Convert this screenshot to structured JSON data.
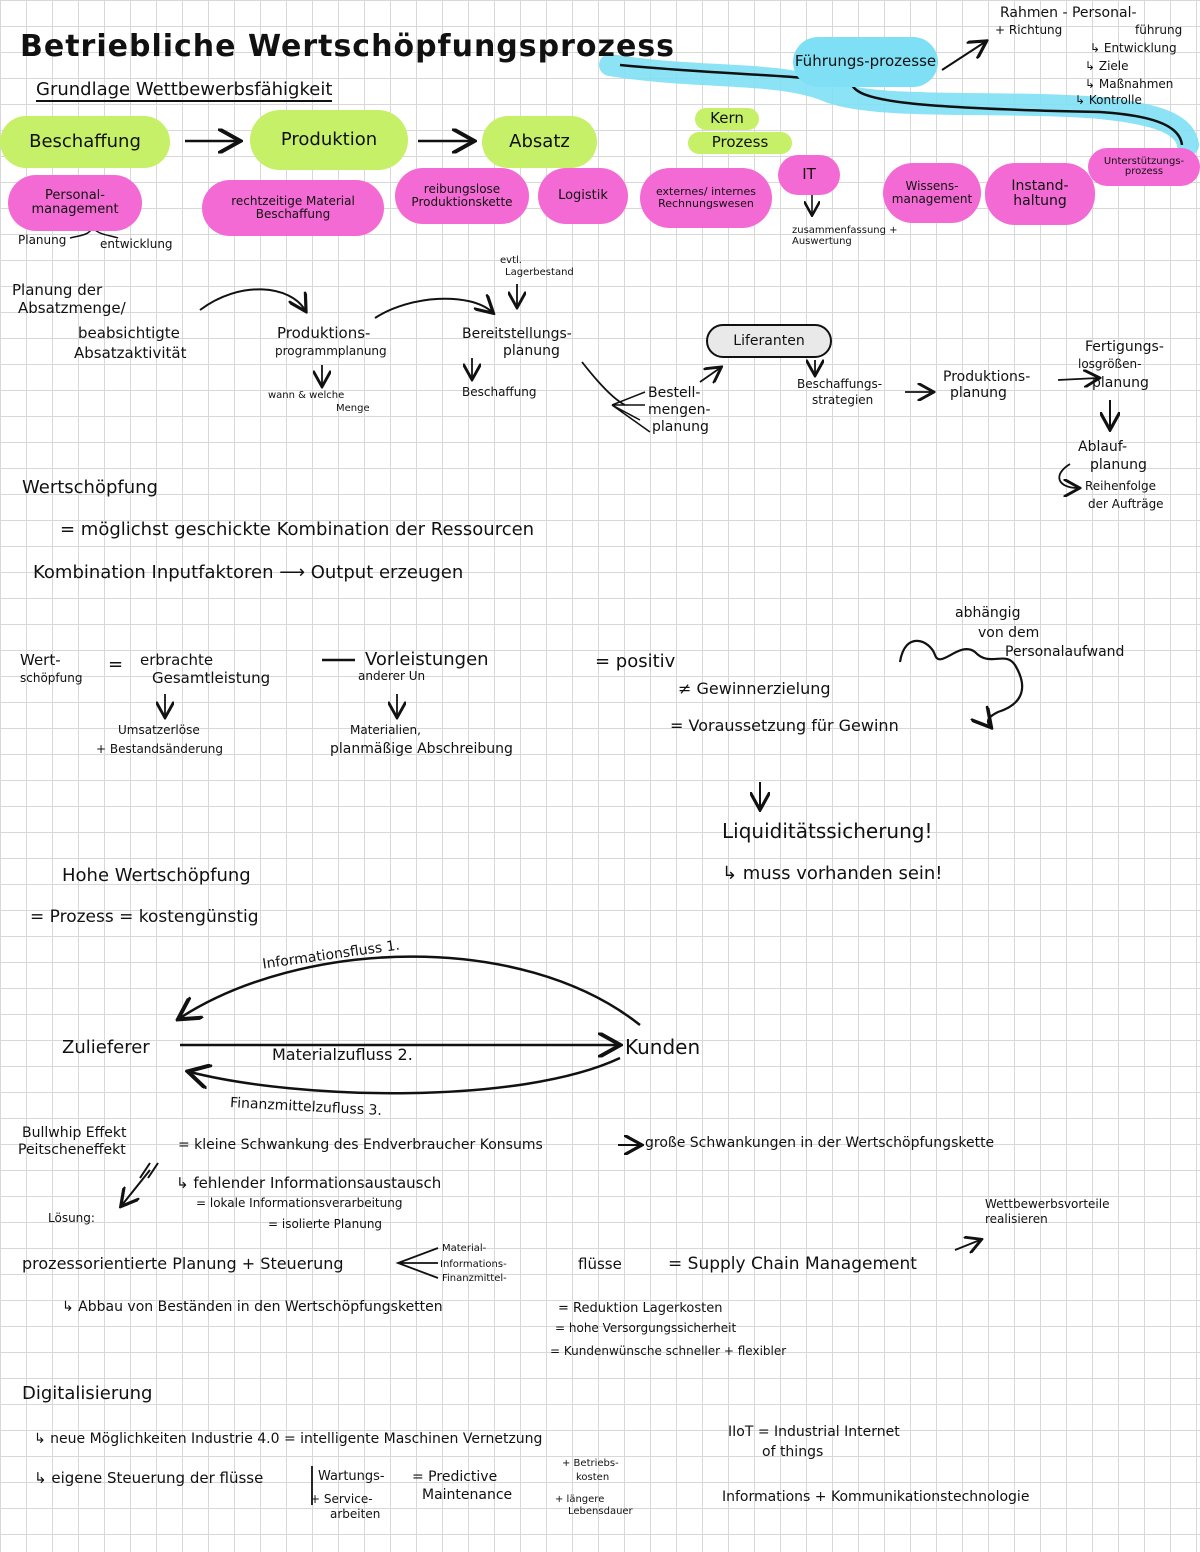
{
  "header": {
    "title": "Betriebliche Wertschöpfungsprozess",
    "subtitle": "Grundlage Wettbewerbsfähigkeit"
  },
  "processes": {
    "core": [
      "Beschaffung",
      "Produktion",
      "Absatz"
    ],
    "kern_label": [
      "Kern",
      "Prozess"
    ],
    "fuehrung": "Führungs-prozesse",
    "fuehrung_notes": [
      "Rahmen - Personal-",
      "+ Richtung",
      "führung",
      "↳ Entwicklung",
      "↳ Ziele",
      "↳ Maßnahmen",
      "↳ Kontrolle"
    ],
    "unterstuetzung": "Unterstützungs-prozess",
    "support": [
      "Personal-management",
      "rechtzeitige Material Beschaffung",
      "reibungslose Produktionskette",
      "Logistik",
      "externes/ internes Rechnungswesen",
      "IT",
      "Wissens-management",
      "Instand-haltung"
    ],
    "personal_notes": [
      "Planung",
      "entwicklung"
    ],
    "it_note": "zusammenfassung + Auswertung"
  },
  "planning": {
    "absatz": [
      "Planung der",
      "Absatzmenge/",
      "beabsichtigte",
      "Absatzaktivität"
    ],
    "produktion": [
      "Produktions-",
      "programmplanung",
      "wann & welche",
      "Menge"
    ],
    "bereit": [
      "Bereitstellungs-",
      "planung",
      "evtl.",
      "Lagerbestand",
      "Beschaffung"
    ],
    "bestell": [
      "Bestell-",
      "mengen-",
      "planung"
    ],
    "lieferanten": "Liferanten",
    "beschaffungsstrategien": [
      "Beschaffungs-",
      "strategien"
    ],
    "produktionsplanung": [
      "Produktions-",
      "planung"
    ],
    "fertigung": [
      "Fertigungs-",
      "losgrößen-",
      "planung"
    ],
    "ablauf": [
      "Ablauf-",
      "planung",
      "Reihenfolge",
      "der Aufträge"
    ]
  },
  "wertschoepfung": {
    "heading": "Wertschöpfung",
    "def": "= möglichst geschickte Kombination der Ressourcen",
    "kombination": "Kombination Inputfaktoren ⟶ Output erzeugen",
    "formula_label": [
      "Wert-",
      "schöpfung"
    ],
    "gesamt": [
      "erbrachte",
      "Gesamtleistung"
    ],
    "gesamt_detail": [
      "Umsatzerlöse",
      "+ Bestandsänderung"
    ],
    "vorleistungen": [
      "Vorleistungen",
      "anderer Un"
    ],
    "vor_detail": [
      "Materialien,",
      "planmäßige Abschreibung"
    ],
    "positiv": "= positiv",
    "gewinn": "≠ Gewinnerzielung",
    "voraussetzung": "= Voraussetzung für Gewinn",
    "abhaengig": [
      "abhängig",
      "von dem",
      "Personalaufwand"
    ],
    "liquiditaet": "Liquiditätssicherung!",
    "muss": "↳ muss vorhanden sein!"
  },
  "hohe": {
    "heading": "Hohe Wertschöpfung",
    "prozess": "= Prozess = kostengünstig"
  },
  "flows": {
    "zulieferer": "Zulieferer",
    "kunden": "Kunden",
    "info": "Informationsfluss 1.",
    "material": "Materialzufluss 2.",
    "finanz": "Finanzmittelzufluss 3."
  },
  "bullwhip": {
    "title": [
      "Bullwhip Effekt",
      "Peitscheneffekt"
    ],
    "desc": "= kleine Schwankung des Endverbraucher Konsums",
    "result": "große Schwankungen in der Wertschöpfungskette",
    "causes": [
      "↳ fehlender Informationsaustausch",
      "= lokale Informationsverarbeitung",
      "= isolierte Planung"
    ],
    "loesung": "Lösung:"
  },
  "scm": {
    "prozess": "prozessorientierte Planung + Steuerung",
    "fluesse": [
      "Material-",
      "Informations-",
      "Finanzmittel-"
    ],
    "fluesse_word": "flüsse",
    "scm": "= Supply Chain Management",
    "wettbewerb": [
      "Wettbewerbsvorteile",
      "realisieren"
    ],
    "abbau": "↳ Abbau von Beständen in den Wertschöpfungsketten",
    "benefits": [
      "= Reduktion Lagerkosten",
      "= hohe Versorgungssicherheit",
      "= Kundenwünsche schneller + flexibler"
    ]
  },
  "digital": {
    "heading": "Digitalisierung",
    "line1": "↳ neue Möglichkeiten Industrie 4.0 = intelligente Maschinen Vernetzung",
    "line2": "↳ eigene Steuerung der flüsse",
    "wartung": [
      "Wartungs-",
      "+ Service-",
      "arbeiten"
    ],
    "predictive": [
      "= Predictive",
      "Maintenance"
    ],
    "betrieb": [
      "+ Betriebs-",
      "kosten"
    ],
    "laenger": [
      "+ längere",
      "Lebensdauer"
    ],
    "iiot": [
      "IIoT = Industrial Internet",
      "of things"
    ],
    "ikt": "Informations + Kommunikationstechnologie"
  },
  "colors": {
    "green": "#c6f067",
    "pink": "#f46ad4",
    "blue": "#7fe0f5",
    "grid": "#d8d8d8"
  }
}
